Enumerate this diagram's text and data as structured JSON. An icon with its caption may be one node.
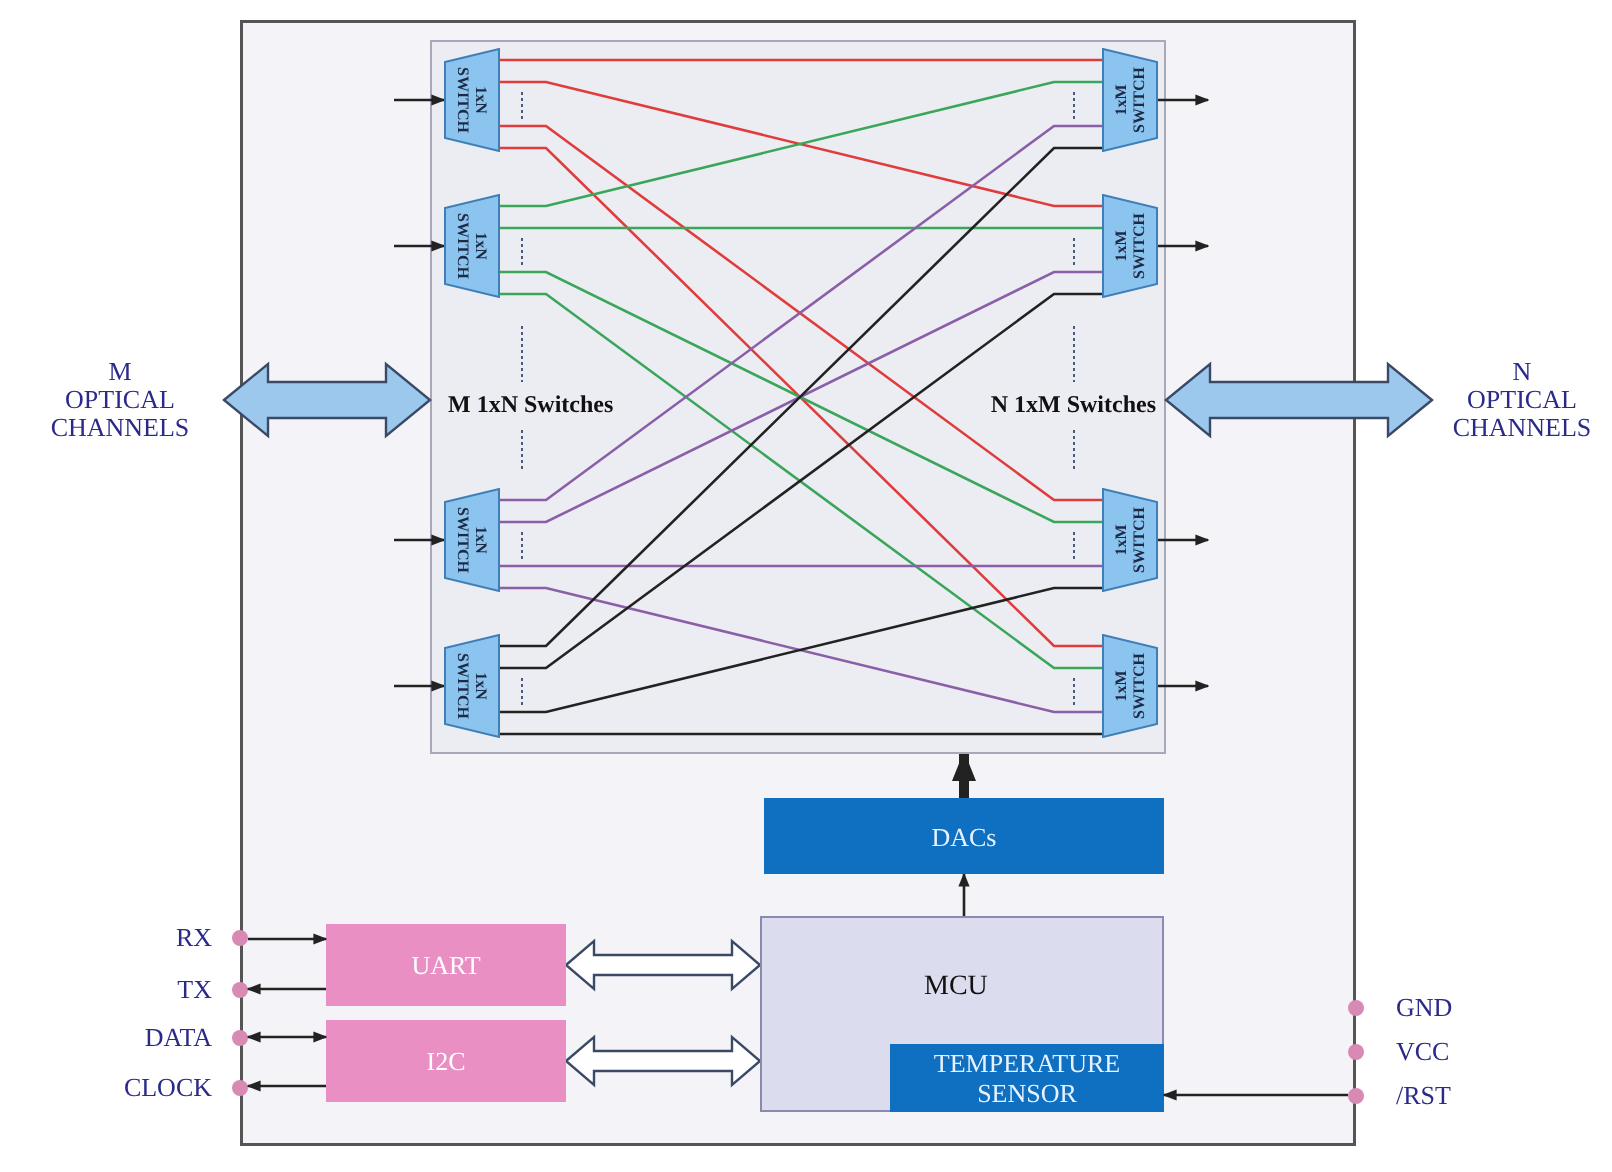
{
  "diagram": {
    "nodes": [
      {
        "text": [],
        "shape": "box"
      },
      {
        "text": [],
        "shape": "box",
        "in": 0
      },
      {
        "text": [
          "1xN SWITCH"
        ],
        "in": 1
      },
      {
        "text": [
          "1xN SWITCH"
        ],
        "in": 1
      },
      {
        "text": [
          "1xN SWITCH"
        ],
        "in": 1
      },
      {
        "text": [
          "1xN SWITCH"
        ],
        "in": 1
      },
      {
        "text": [
          "1xM SWITCH"
        ],
        "in": 1
      },
      {
        "text": [
          "1xM SWITCH"
        ],
        "in": 1
      },
      {
        "text": [
          "1xM SWITCH"
        ],
        "in": 1
      },
      {
        "text": [
          "1xM SWITCH"
        ],
        "in": 1
      },
      {
        "text": [
          "M OPTICAL CHANNELS"
        ]
      },
      {
        "text": [
          "N OPTICAL CHANNELS"
        ]
      },
      {
        "text": [
          "DACs"
        ],
        "in": 0
      },
      {
        "text": [
          "MCU"
        ],
        "in": 0
      },
      {
        "text": [
          "TEMPERATURE SENSOR"
        ],
        "in": 13
      },
      {
        "text": [
          "UART"
        ],
        "in": 0
      },
      {
        "text": [
          "I2C"
        ],
        "in": 0
      },
      {
        "text": [
          "RX"
        ]
      },
      {
        "text": [
          "TX"
        ]
      },
      {
        "text": [
          "DATA"
        ]
      },
      {
        "text": [
          "CLOCK"
        ]
      },
      {
        "text": [
          "GND"
        ]
      },
      {
        "text": [
          "VCC"
        ]
      },
      {
        "text": [
          "/RST"
        ]
      }
    ],
    "edges": [
      {
        "from": null,
        "to": 2,
        "arrow": "to"
      },
      {
        "from": null,
        "to": 3,
        "arrow": "to"
      },
      {
        "from": null,
        "to": 4,
        "arrow": "to"
      },
      {
        "from": null,
        "to": 5,
        "arrow": "to"
      },
      {
        "from": 6,
        "to": null,
        "arrow": "to"
      },
      {
        "from": 7,
        "to": null,
        "arrow": "to"
      },
      {
        "from": 8,
        "to": null,
        "arrow": "to"
      },
      {
        "from": 9,
        "to": null,
        "arrow": "to"
      },
      {
        "from": 2,
        "to": 6,
        "arrow": "none",
        "color": "#e03c3c"
      },
      {
        "from": 2,
        "to": 7,
        "arrow": "none",
        "color": "#e03c3c"
      },
      {
        "from": 2,
        "to": 8,
        "arrow": "none",
        "color": "#e03c3c"
      },
      {
        "from": 2,
        "to": 9,
        "arrow": "none",
        "color": "#e03c3c"
      },
      {
        "from": 3,
        "to": 6,
        "arrow": "none",
        "color": "#3aa65a"
      },
      {
        "from": 3,
        "to": 7,
        "arrow": "none",
        "color": "#3aa65a"
      },
      {
        "from": 3,
        "to": 8,
        "arrow": "none",
        "color": "#3aa65a"
      },
      {
        "from": 3,
        "to": 9,
        "arrow": "none",
        "color": "#3aa65a"
      },
      {
        "from": 4,
        "to": 6,
        "arrow": "none",
        "color": "#8a5fa8"
      },
      {
        "from": 4,
        "to": 7,
        "arrow": "none",
        "color": "#8a5fa8"
      },
      {
        "from": 4,
        "to": 8,
        "arrow": "none",
        "color": "#8a5fa8"
      },
      {
        "from": 4,
        "to": 9,
        "arrow": "none",
        "color": "#8a5fa8"
      },
      {
        "from": 5,
        "to": 6,
        "arrow": "none"
      },
      {
        "from": 5,
        "to": 7,
        "arrow": "none"
      },
      {
        "from": 5,
        "to": 8,
        "arrow": "none"
      },
      {
        "from": 5,
        "to": 9,
        "arrow": "none"
      },
      {
        "from": 10,
        "to": 1,
        "arrow": "both",
        "style": "thick",
        "color": "#9cc8ee"
      },
      {
        "from": 11,
        "to": 1,
        "arrow": "both",
        "style": "thick",
        "color": "#9cc8ee"
      },
      {
        "from": 12,
        "to": 1,
        "arrow": "to",
        "style": "thick"
      },
      {
        "from": 13,
        "to": 12,
        "arrow": "to"
      },
      {
        "from": 15,
        "to": 13,
        "arrow": "both",
        "style": "thick",
        "color": "#ffffff"
      },
      {
        "from": 16,
        "to": 13,
        "arrow": "both",
        "style": "thick",
        "color": "#ffffff"
      },
      {
        "from": 17,
        "to": 15,
        "arrow": "to"
      },
      {
        "from": 15,
        "to": 18,
        "arrow": "to"
      },
      {
        "from": 19,
        "to": 16,
        "arrow": "both"
      },
      {
        "from": 16,
        "to": 20,
        "arrow": "to"
      },
      {
        "from": 23,
        "to": 14,
        "arrow": "to"
      }
    ],
    "labels": [
      "M 1xN Switches",
      "N 1xM Switches"
    ]
  }
}
